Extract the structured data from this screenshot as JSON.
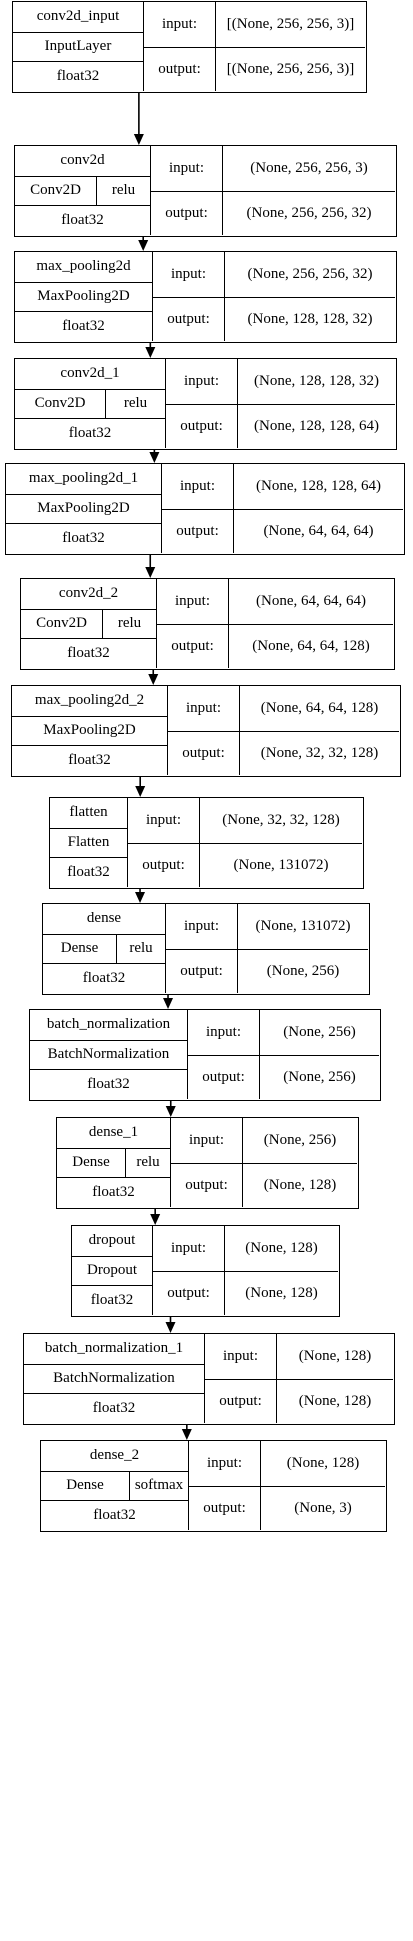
{
  "nodes": [
    {
      "name": "conv2d_input",
      "type": "InputLayer",
      "activation": "",
      "dtype": "float32",
      "input_label": "input:",
      "output_label": "output:",
      "input_shape": "[(None, 256, 256, 3)]",
      "output_shape": "[(None, 256, 256, 3)]"
    },
    {
      "name": "conv2d",
      "type": "Conv2D",
      "activation": "relu",
      "dtype": "float32",
      "input_label": "input:",
      "output_label": "output:",
      "input_shape": "(None, 256, 256, 3)",
      "output_shape": "(None, 256, 256, 32)"
    },
    {
      "name": "max_pooling2d",
      "type": "MaxPooling2D",
      "activation": "",
      "dtype": "float32",
      "input_label": "input:",
      "output_label": "output:",
      "input_shape": "(None, 256, 256, 32)",
      "output_shape": "(None, 128, 128, 32)"
    },
    {
      "name": "conv2d_1",
      "type": "Conv2D",
      "activation": "relu",
      "dtype": "float32",
      "input_label": "input:",
      "output_label": "output:",
      "input_shape": "(None, 128, 128, 32)",
      "output_shape": "(None, 128, 128, 64)"
    },
    {
      "name": "max_pooling2d_1",
      "type": "MaxPooling2D",
      "activation": "",
      "dtype": "float32",
      "input_label": "input:",
      "output_label": "output:",
      "input_shape": "(None, 128, 128, 64)",
      "output_shape": "(None, 64, 64, 64)"
    },
    {
      "name": "conv2d_2",
      "type": "Conv2D",
      "activation": "relu",
      "dtype": "float32",
      "input_label": "input:",
      "output_label": "output:",
      "input_shape": "(None, 64, 64, 64)",
      "output_shape": "(None, 64, 64, 128)"
    },
    {
      "name": "max_pooling2d_2",
      "type": "MaxPooling2D",
      "activation": "",
      "dtype": "float32",
      "input_label": "input:",
      "output_label": "output:",
      "input_shape": "(None, 64, 64, 128)",
      "output_shape": "(None, 32, 32, 128)"
    },
    {
      "name": "flatten",
      "type": "Flatten",
      "activation": "",
      "dtype": "float32",
      "input_label": "input:",
      "output_label": "output:",
      "input_shape": "(None, 32, 32, 128)",
      "output_shape": "(None, 131072)"
    },
    {
      "name": "dense",
      "type": "Dense",
      "activation": "relu",
      "dtype": "float32",
      "input_label": "input:",
      "output_label": "output:",
      "input_shape": "(None, 131072)",
      "output_shape": "(None, 256)"
    },
    {
      "name": "batch_normalization",
      "type": "BatchNormalization",
      "activation": "",
      "dtype": "float32",
      "input_label": "input:",
      "output_label": "output:",
      "input_shape": "(None, 256)",
      "output_shape": "(None, 256)"
    },
    {
      "name": "dense_1",
      "type": "Dense",
      "activation": "relu",
      "dtype": "float32",
      "input_label": "input:",
      "output_label": "output:",
      "input_shape": "(None, 256)",
      "output_shape": "(None, 128)"
    },
    {
      "name": "dropout",
      "type": "Dropout",
      "activation": "",
      "dtype": "float32",
      "input_label": "input:",
      "output_label": "output:",
      "input_shape": "(None, 128)",
      "output_shape": "(None, 128)"
    },
    {
      "name": "batch_normalization_1",
      "type": "BatchNormalization",
      "activation": "",
      "dtype": "float32",
      "input_label": "input:",
      "output_label": "output:",
      "input_shape": "(None, 128)",
      "output_shape": "(None, 128)"
    },
    {
      "name": "dense_2",
      "type": "Dense",
      "activation": "softmax",
      "dtype": "float32",
      "input_label": "input:",
      "output_label": "output:",
      "input_shape": "(None, 128)",
      "output_shape": "(None, 3)"
    }
  ]
}
